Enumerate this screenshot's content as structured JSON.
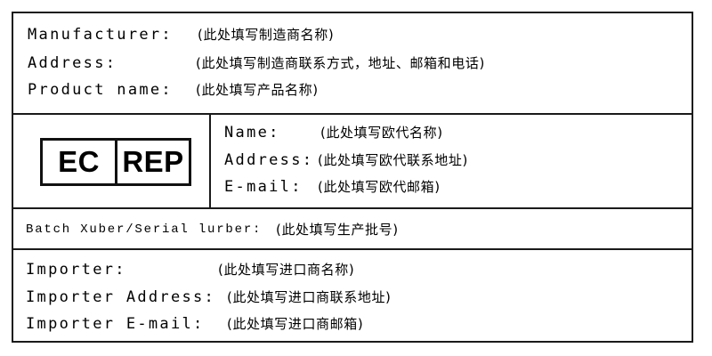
{
  "manufacturer_section": {
    "rows": [
      {
        "label": "Manufacturer:",
        "value": "(此处填写制造商名称)"
      },
      {
        "label": "Address:",
        "value": "(此处填写制造商联系方式，地址、邮箱和电话)"
      },
      {
        "label": "Product name:",
        "value": "(此处填写产品名称)"
      }
    ]
  },
  "ec_rep_section": {
    "symbol": {
      "left": "EC",
      "right": "REP"
    },
    "rows": [
      {
        "label": "Name:",
        "value": "(此处填写欧代名称)"
      },
      {
        "label": "Address:",
        "value": "(此处填写欧代联系地址)"
      },
      {
        "label": "E-mail:",
        "value": "(此处填写欧代邮箱)"
      }
    ]
  },
  "batch_section": {
    "label": "Batch Xuber/Serial lurber:",
    "value": "(此处填写生产批号)"
  },
  "importer_section": {
    "rows": [
      {
        "label": "Importer:",
        "value": "(此处填写进口商名称)"
      },
      {
        "label": "Importer Address:",
        "value": "(此处填写进口商联系地址)"
      },
      {
        "label": "Importer E-mail:",
        "value": "(此处填写进口商邮箱)"
      }
    ]
  },
  "colors": {
    "border": "#1a1a1a",
    "text": "#000000",
    "background": "#ffffff"
  }
}
